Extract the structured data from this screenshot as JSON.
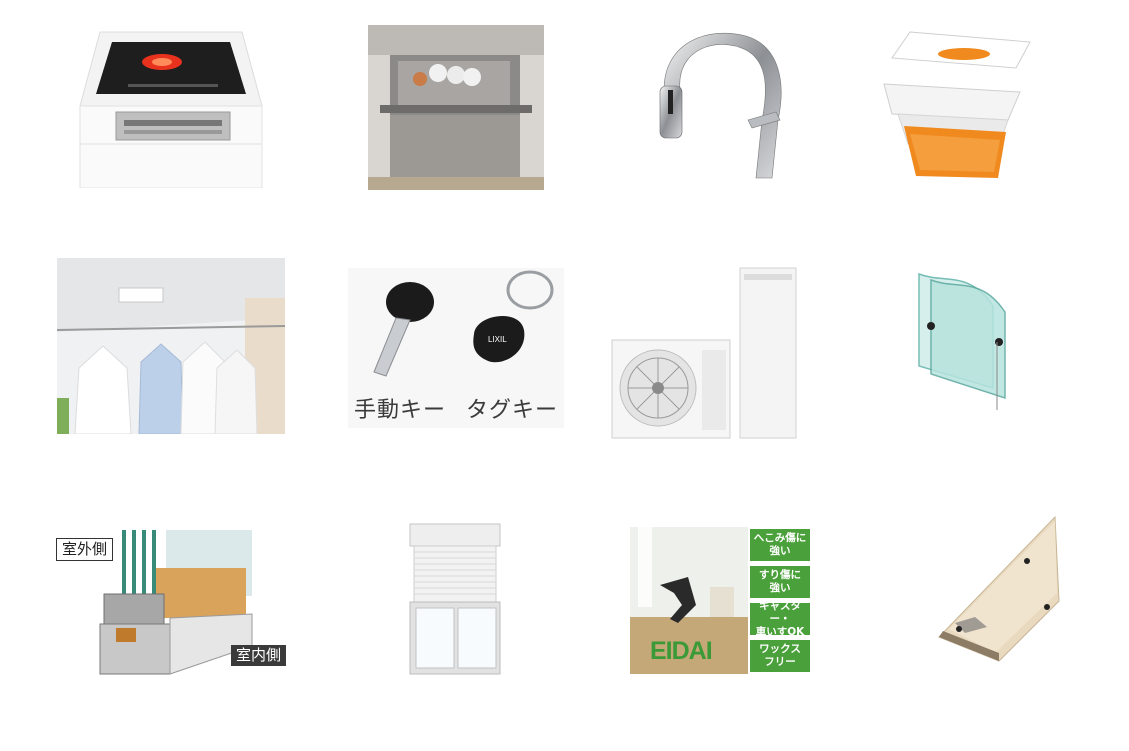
{
  "grid": {
    "tiles": [
      {
        "icon": "ih-cooktop-icon"
      },
      {
        "icon": "dishwasher-drawer-icon"
      },
      {
        "icon": "touchless-faucet-icon"
      },
      {
        "icon": "insulated-bathtub-icon"
      },
      {
        "icon": "bathroom-dryer-icon"
      },
      {
        "icon": "keys-icon"
      },
      {
        "icon": "eco-water-heater-icon"
      },
      {
        "icon": "laminated-glass-icon"
      },
      {
        "icon": "triple-glazed-window-icon"
      },
      {
        "icon": "window-shutter-icon"
      },
      {
        "icon": "eidai-flooring-icon"
      },
      {
        "icon": "flooring-layers-icon"
      }
    ]
  },
  "keys": {
    "manual_key": "手動キー",
    "tag_key": "タグキー",
    "brand": "LIXIL"
  },
  "window_section": {
    "outdoor_label": "室外側",
    "indoor_label": "室内側"
  },
  "eidai": {
    "logo": "EIDAI",
    "badges": [
      "へこみ傷に\n強い",
      "すり傷に\n強い",
      "キャスター・\n車いすOK",
      "ワックス\nフリー"
    ]
  },
  "colors": {
    "eidai_green": "#4aa03a",
    "cooktop_heat": "#e8321e",
    "bath_insulation": "#f08a1e",
    "glass_tint": "#8fd0c8"
  }
}
